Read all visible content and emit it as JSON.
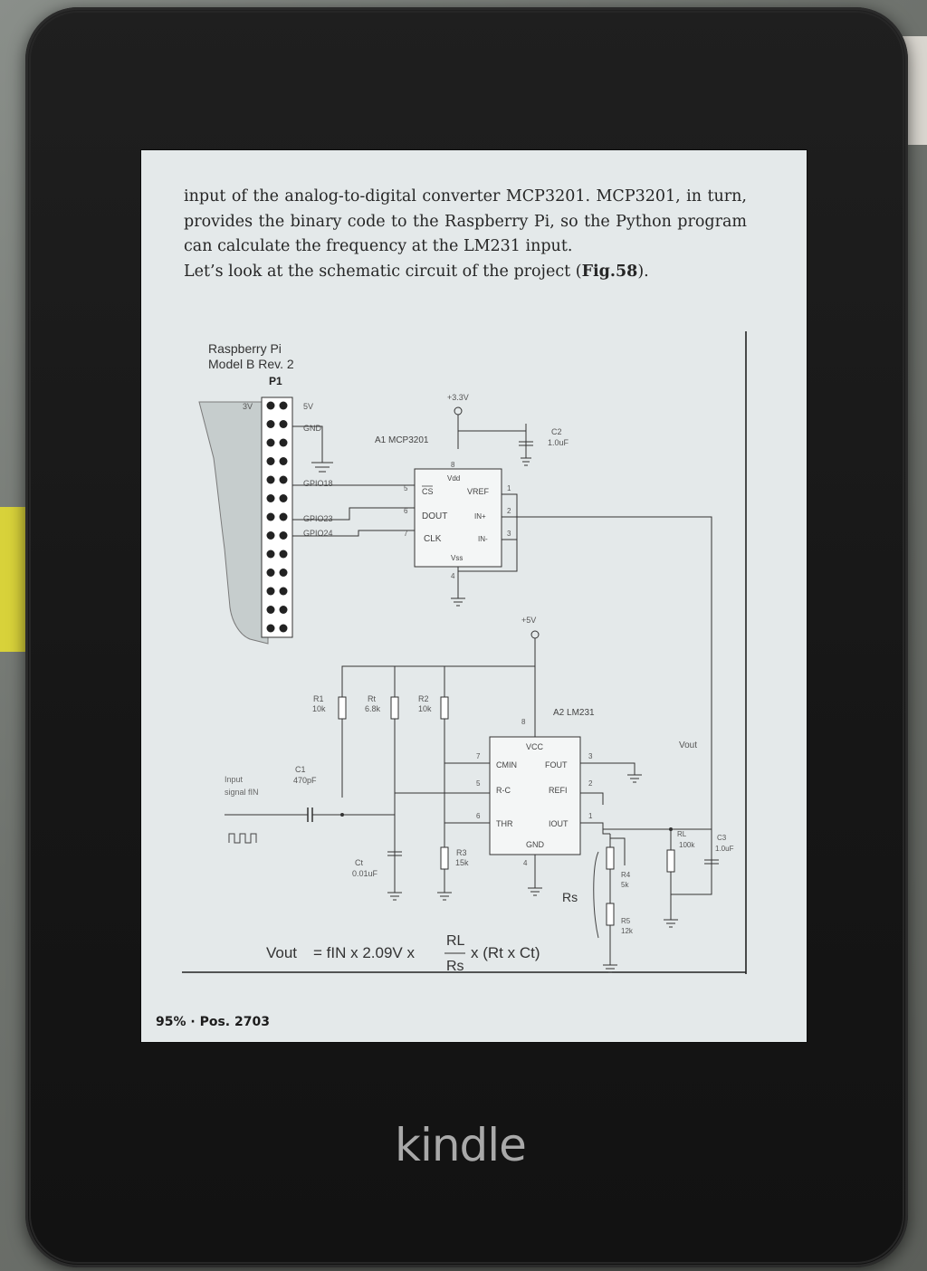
{
  "device": {
    "brand": "kindle"
  },
  "page": {
    "paragraph_1": "input of the analog-to-digital converter MCP3201. MCP3201, in turn, provides the binary code to the Raspberry Pi, so the Python program can calculate the frequency at the LM231 input.",
    "paragraph_2_text": "Let’s look at the schematic circuit of the project (",
    "paragraph_2_ref": "Fig.58",
    "paragraph_2_end": ")."
  },
  "schematic": {
    "board_title_1": "Raspberry Pi",
    "board_title_2": "Model B Rev. 2",
    "header": "P1",
    "pin_3v": "3V",
    "pin_5v": "5V",
    "pin_gnd": "GND",
    "pin_gpio18": "GPIO18",
    "pin_gpio23": "GPIO23",
    "pin_gpio24": "GPIO24",
    "supply_33": "+3.3V",
    "supply_5": "+5V",
    "a1": "A1 MCP3201",
    "a1_vdd": "Vdd",
    "a1_cs": "CS",
    "a1_vref": "VREF",
    "a1_dout": "DOUT",
    "a1_inp": "IN+",
    "a1_clk": "CLK",
    "a1_inm": "IN-",
    "a1_vss": "Vss",
    "a1_pin8": "8",
    "a1_pin5": "5",
    "a1_pin6": "6",
    "a1_pin7": "7",
    "a1_pin1": "1",
    "a1_pin2": "2",
    "a1_pin3": "3",
    "a1_pin4": "4",
    "c2": "C2",
    "c2_val": "1.0uF",
    "a2": "A2 LM231",
    "a2_vcc": "VCC",
    "a2_cmin": "CMIN",
    "a2_fout": "FOUT",
    "a2_rc": "R-C",
    "a2_refi": "REFI",
    "a2_thr": "THR",
    "a2_iout": "IOUT",
    "a2_gnd": "GND",
    "a2_pin8": "8",
    "a2_pin7": "7",
    "a2_pin5": "5",
    "a2_pin6": "6",
    "a2_pin3": "3",
    "a2_pin2": "2",
    "a2_pin1": "1",
    "a2_pin4": "4",
    "r1": "R1",
    "r1_val": "10k",
    "rt": "Rt",
    "rt_val": "6.8k",
    "r2": "R2",
    "r2_val": "10k",
    "input_1": "Input",
    "input_2": "signal fIN",
    "c1": "C1",
    "c1_val": "470pF",
    "ct": "Ct",
    "ct_val": "0.01uF",
    "r3": "R3",
    "r3_val": "15k",
    "rs": "Rs",
    "r4": "R4",
    "r4_val": "5k",
    "r5": "R5",
    "r5_val": "12k",
    "rl": "RL",
    "rl_val": "100k",
    "c3": "C3",
    "c3_val": "1.0uF",
    "vout": "Vout",
    "formula_lhs": "Vout",
    "formula_a": "= fIN x 2.09V x",
    "formula_num": "RL",
    "formula_den": "Rs",
    "formula_b": "x (Rt x Ct)"
  },
  "status": {
    "progress": "95% · Pos. 2703"
  }
}
